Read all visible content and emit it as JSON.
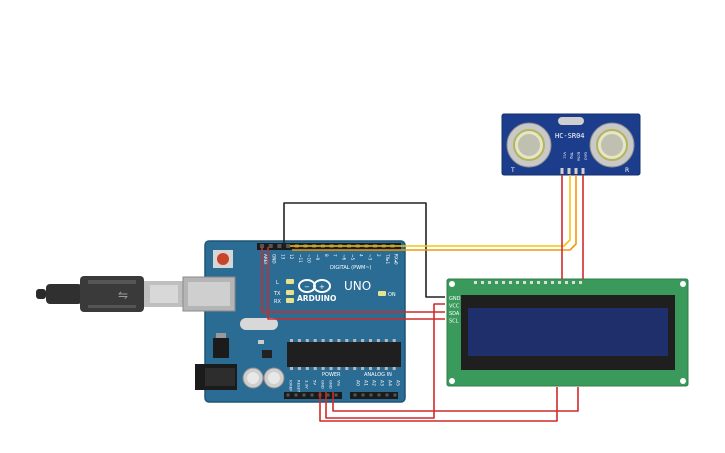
{
  "arduino": {
    "brand": "ARDUINO",
    "model": "UNO",
    "digital_label": "DIGITAL (PWM~)",
    "power_label": "POWER",
    "analog_label": "ANALOG IN",
    "on_label": "ON",
    "l_label": "L",
    "tx_label": "TX",
    "rx_label": "RX",
    "digital_pins": [
      "AREF",
      "GND",
      "13",
      "12",
      "~11",
      "~10",
      "~9",
      "8",
      "7",
      "~6",
      "~5",
      "4",
      "~3",
      "2",
      "TX▸1",
      "RX◂0"
    ],
    "power_pins": [
      "IOREF",
      "RESET",
      "3.3V",
      "5V",
      "GND",
      "GND",
      "Vin"
    ],
    "analog_pins": [
      "A0",
      "A1",
      "A2",
      "A3",
      "A4",
      "A5"
    ]
  },
  "sensor": {
    "model": "HC-SR04",
    "left_mark": "T",
    "right_mark": "R",
    "pins": [
      "Vcc",
      "Trig",
      "Echo",
      "Gnd"
    ]
  },
  "lcd": {
    "pins": [
      "GND",
      "VCC",
      "SDA",
      "SCL"
    ]
  },
  "colors": {
    "board": "#2b6c94",
    "board_edge": "#1f5577",
    "lcd_board": "#3a9a5b",
    "lcd_screen": "#1f2f6b",
    "sensor_board": "#1c3d8c",
    "wire_red": "#d12a2a",
    "wire_black": "#222222",
    "wire_orange": "#f09a0c",
    "wire_yellow": "#f2c514"
  }
}
